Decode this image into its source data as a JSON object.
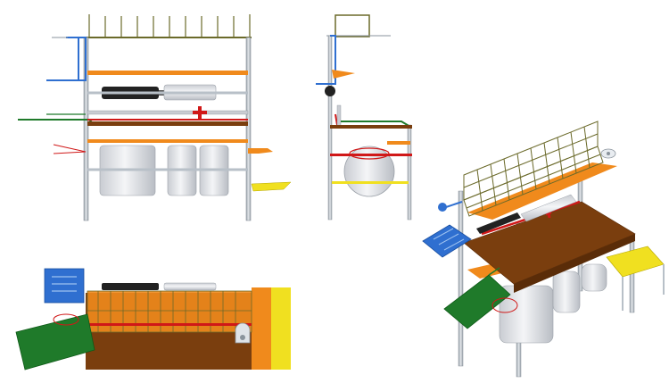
{
  "views": [
    {
      "id": "front",
      "label": ""
    },
    {
      "id": "side",
      "label": ""
    },
    {
      "id": "top",
      "label": ""
    },
    {
      "id": "isometric",
      "label": ""
    }
  ],
  "colors": {
    "frame": "#b8c0c8",
    "frame_dark": "#8a939c",
    "orange": "#f08a1c",
    "brown": "#7a3e0e",
    "blue": "#2f6fd0",
    "green": "#1f7a2a",
    "yellow": "#f0e020",
    "red": "#d01818",
    "olive": "#6b6a2a",
    "roll_light": "#e4e6ea",
    "roll_dark": "#222222"
  }
}
